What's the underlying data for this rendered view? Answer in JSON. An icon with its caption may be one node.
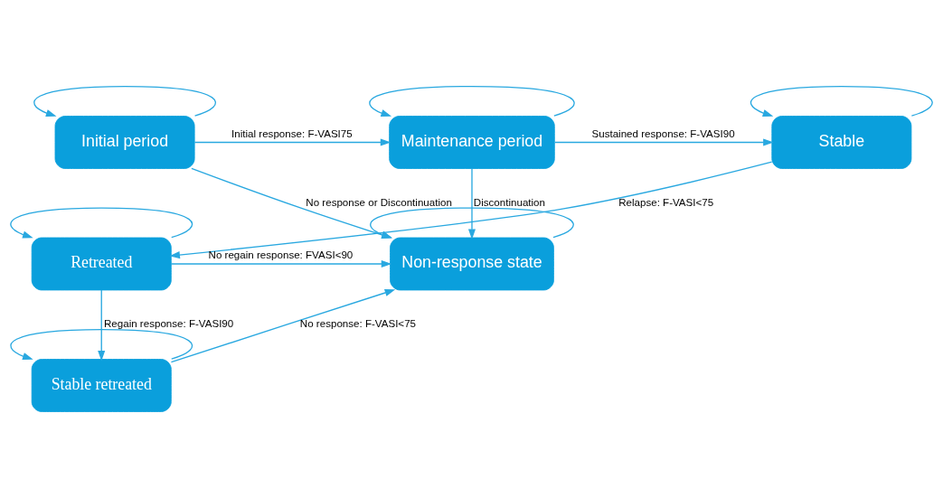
{
  "diagram": {
    "nodes": [
      {
        "text": [
          "Initial period"
        ]
      },
      {
        "text": [
          "Maintenance period"
        ]
      },
      {
        "text": [
          "Stable"
        ]
      },
      {
        "text": [
          "Non-response state"
        ]
      },
      {
        "text": [
          "Retreated"
        ]
      },
      {
        "text": [
          "Stable retreated"
        ]
      }
    ],
    "edges": [
      {
        "from": 0,
        "to": 0,
        "arrow": "to"
      },
      {
        "from": 1,
        "to": 1,
        "arrow": "to"
      },
      {
        "from": 2,
        "to": 2,
        "arrow": "to"
      },
      {
        "from": 0,
        "to": 1,
        "arrow": "to",
        "label": "Initial response: F-VASI75"
      },
      {
        "from": 1,
        "to": 2,
        "arrow": "to",
        "label": "Sustained response: F-VASI90"
      },
      {
        "from": 0,
        "to": 3,
        "arrow": "to",
        "label": "No response or Discontinuation"
      },
      {
        "from": 1,
        "to": 3,
        "arrow": "to",
        "label": "Discontinuation"
      },
      {
        "from": 2,
        "to": 4,
        "arrow": "to",
        "label": "Relapse: F-VASI<75"
      },
      {
        "from": 3,
        "to": 3,
        "arrow": "to"
      },
      {
        "from": 4,
        "to": 4,
        "arrow": "to"
      },
      {
        "from": 4,
        "to": 3,
        "arrow": "to",
        "label": "No regain response: FVASI<90"
      },
      {
        "from": 4,
        "to": 5,
        "arrow": "to",
        "label": "Regain response: F-VASI90"
      },
      {
        "from": 5,
        "to": 5,
        "arrow": "to"
      },
      {
        "from": 5,
        "to": 3,
        "arrow": "to",
        "label": "No response: F-VASI<75"
      }
    ]
  }
}
